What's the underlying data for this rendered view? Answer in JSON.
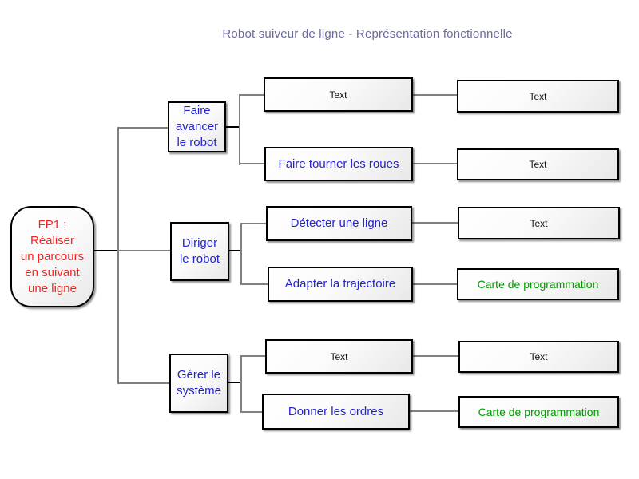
{
  "title": "Robot suiveur de ligne - Représentation fonctionnelle",
  "colors": {
    "title_text": "#6b6b9b",
    "root_text": "#ff2020",
    "function_text": "#2424cf",
    "component_text": "#009900",
    "placeholder_text": "#111111",
    "node_border": "#000000",
    "node_fill_gradient": [
      "#ffffff",
      "#e8e8e8"
    ],
    "connector_gray": "#808080",
    "connector_black": "#000000",
    "background": "#ffffff"
  },
  "root": {
    "label": "FP1 :\nRéaliser\nun parcours\nen suivant\nune ligne"
  },
  "functions": [
    {
      "label": "Faire\navancer\nle robot"
    },
    {
      "label": "Diriger\nle robot"
    },
    {
      "label": "Gérer le\nsystème"
    }
  ],
  "subfunctions": [
    {
      "label": "Text",
      "style": "placeholder",
      "parent": "Faire avancer le robot"
    },
    {
      "label": "Faire tourner les roues",
      "style": "function",
      "parent": "Faire avancer le robot"
    },
    {
      "label": "Détecter une ligne",
      "style": "function",
      "parent": "Diriger le robot"
    },
    {
      "label": "Adapter la trajectoire",
      "style": "function",
      "parent": "Diriger le robot"
    },
    {
      "label": "Text",
      "style": "placeholder",
      "parent": "Gérer le système"
    },
    {
      "label": "Donner les ordres",
      "style": "function",
      "parent": "Gérer le système"
    }
  ],
  "components": [
    {
      "label": "Text",
      "style": "placeholder"
    },
    {
      "label": "Text",
      "style": "placeholder"
    },
    {
      "label": "Text",
      "style": "placeholder"
    },
    {
      "label": "Carte de programmation",
      "style": "component"
    },
    {
      "label": "Text",
      "style": "placeholder"
    },
    {
      "label": "Carte de programmation",
      "style": "component"
    }
  ]
}
